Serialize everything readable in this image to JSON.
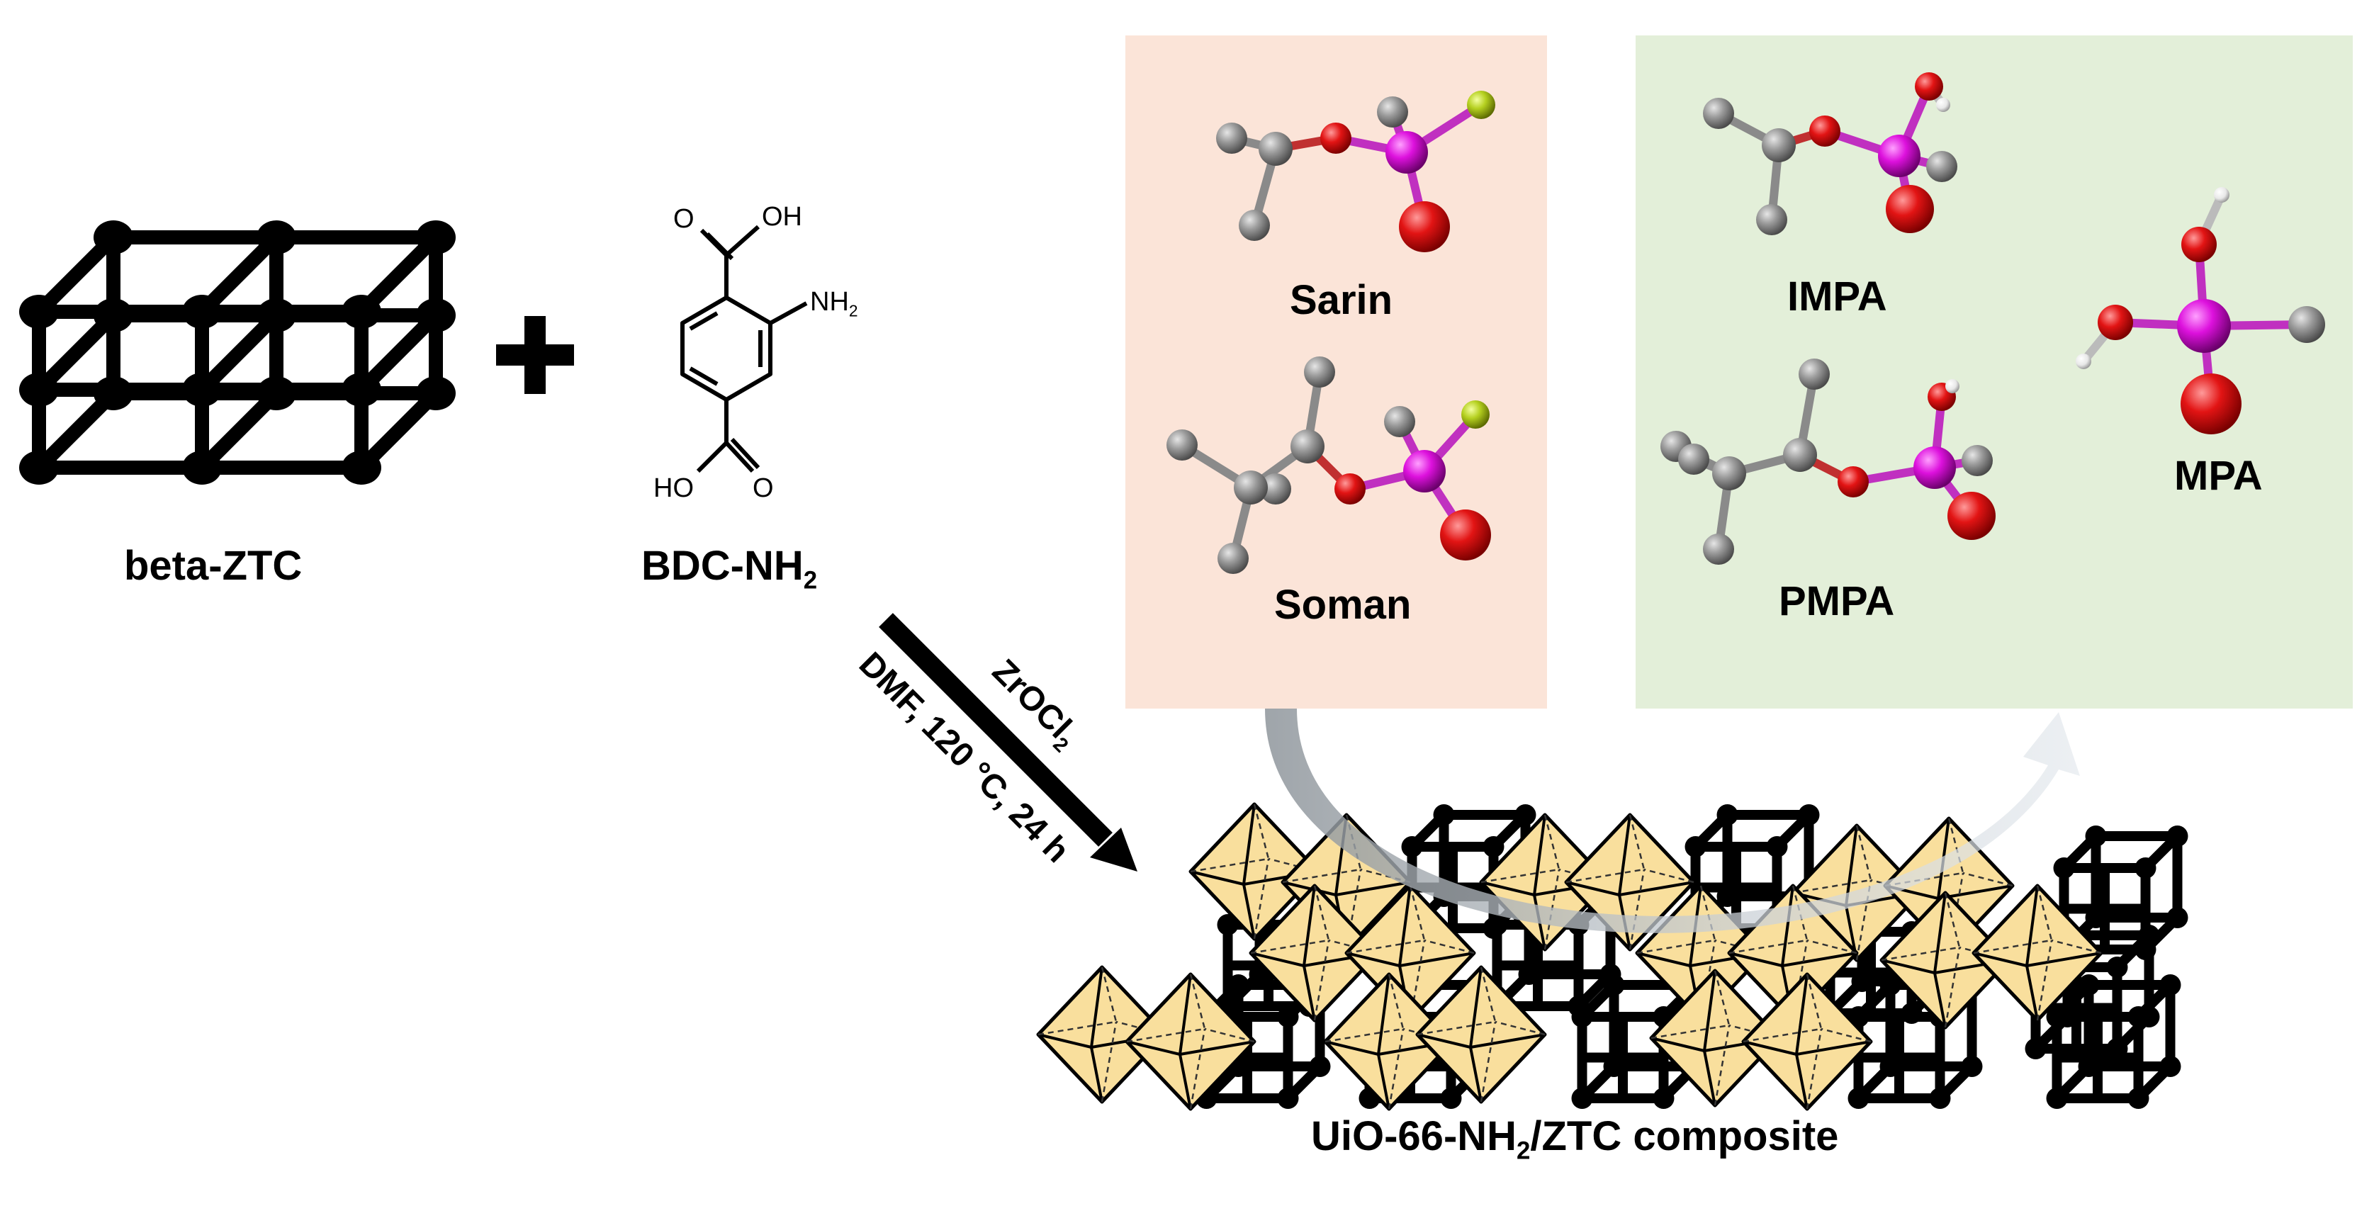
{
  "figure": {
    "reactant_framework": {
      "label": "beta-ZTC"
    },
    "plus_sign": "+",
    "linker": {
      "label_prefix": "BDC-NH",
      "label_sub": "2",
      "atoms": {
        "o_top": "O",
        "oh_top": "OH",
        "nh2": "NH",
        "nh2_sub": "2",
        "ho_bottom": "HO",
        "o_bottom": "O"
      }
    },
    "reaction_conditions": {
      "reagent_prefix": "ZrOCl",
      "reagent_sub": "2",
      "conditions": "DMF, 120 °C, 24 h"
    },
    "nerve_agents_panel": {
      "background": "#fbe4d8",
      "molecules": [
        {
          "name": "Sarin"
        },
        {
          "name": "Soman"
        }
      ]
    },
    "products_panel": {
      "background": "#e3efd9",
      "molecules": [
        {
          "name": "IMPA"
        },
        {
          "name": "PMPA"
        },
        {
          "name": "MPA"
        }
      ]
    },
    "product": {
      "label_prefix": "UiO-66-NH",
      "label_sub": "2",
      "label_suffix": "/ZTC composite"
    },
    "atom_colors": {
      "carbon": "#8a8a8a",
      "oxygen": "#e21414",
      "phosphorus": "#dd11dd",
      "fluorine": "#b5d020",
      "hydrogen": "#ffffff"
    },
    "octahedron_color": "#f9df9d"
  }
}
